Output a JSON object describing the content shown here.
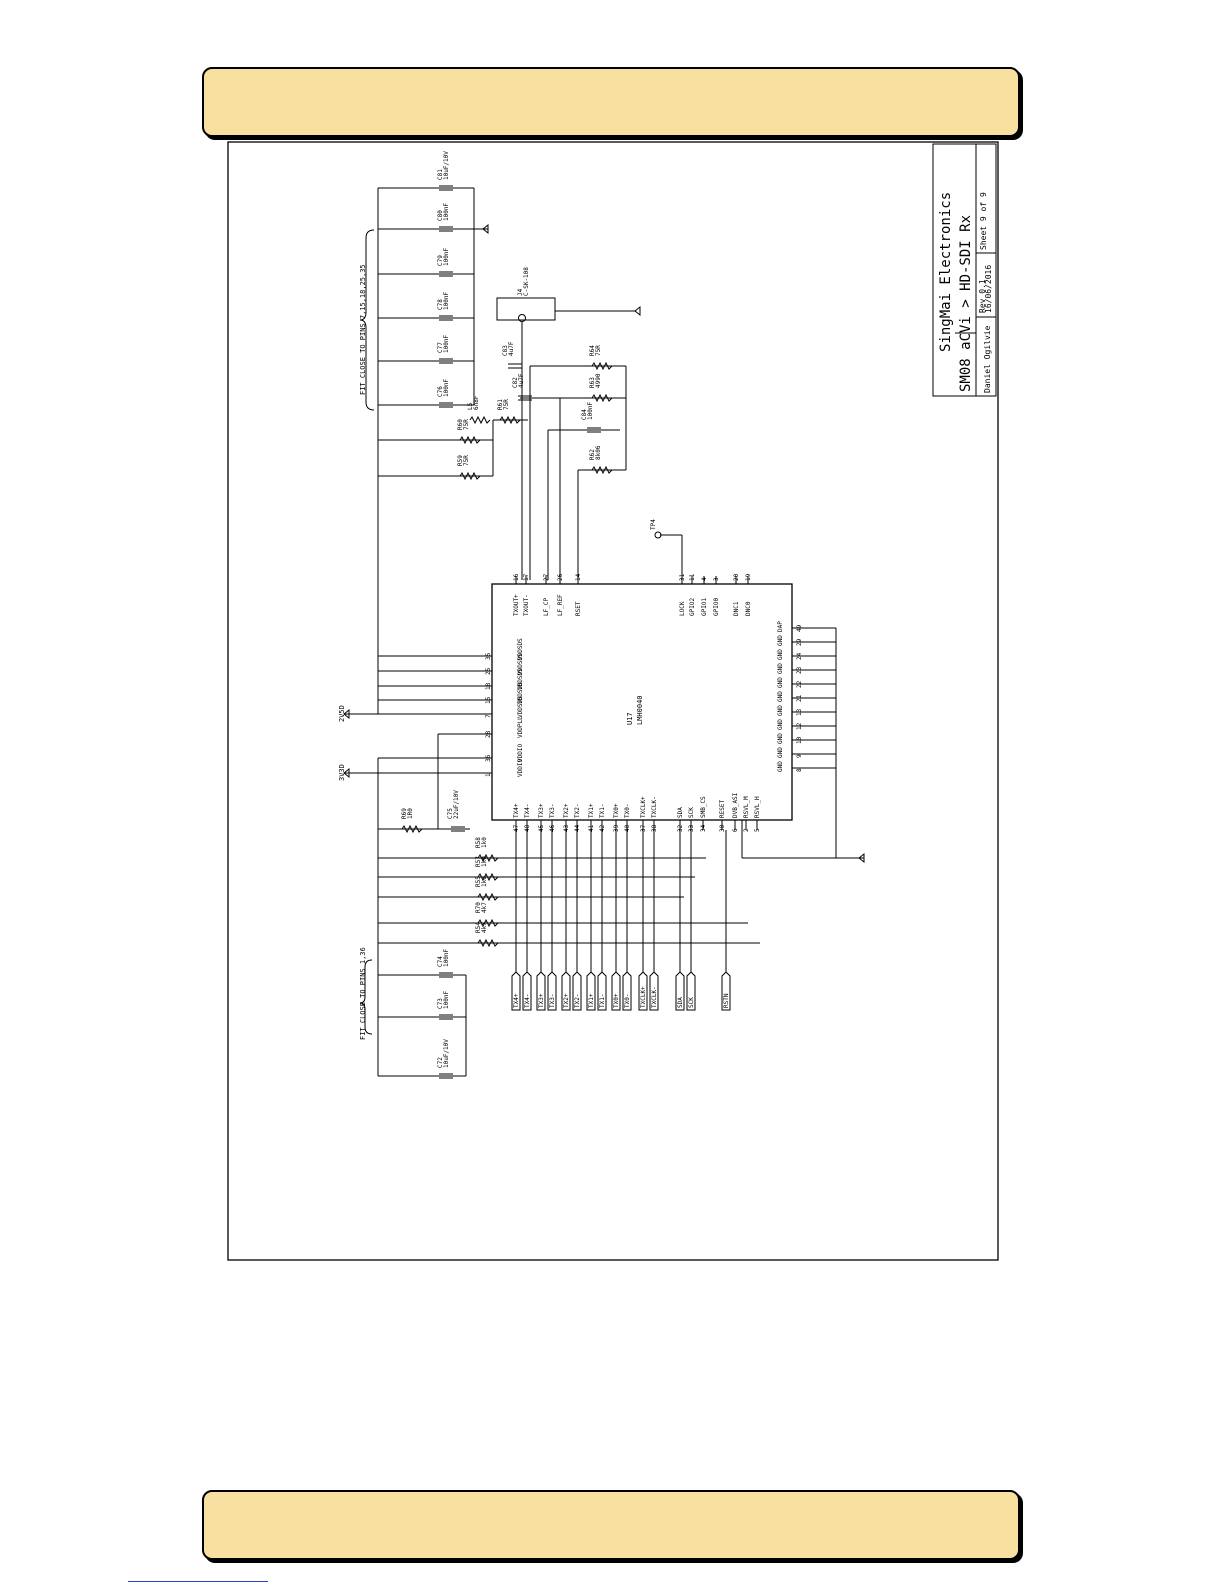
{
  "title_block": {
    "company": "SingMai Electronics",
    "project": "SM08 aCVi > HD-SDI Rx",
    "revision": "Rev 0.1",
    "sheet": "Sheet 9 of 9",
    "author": "Daniel Ogilvie",
    "date": "16/06/2016"
  },
  "power_nets": {
    "vcc_2v5": "2V5D",
    "vcc_3v3": "3V3D"
  },
  "notes": {
    "top": "FIT CLOSE TO PINS 7,15,18,25,35",
    "bottom": "FIT CLOSE TO PINS 1,36"
  },
  "ic": {
    "designator": "U17",
    "part": "LMH0040"
  },
  "connector": {
    "designator": "J4",
    "part": "C-SK-108"
  },
  "test_point": "TP4",
  "ic_pins": {
    "top": [
      {
        "name": "TXOUT+",
        "num": "16"
      },
      {
        "name": "TXOUT-",
        "num": "17"
      },
      {
        "name": "LF_CP",
        "num": "27"
      },
      {
        "name": "LF_REF",
        "num": "26"
      },
      {
        "name": "RSET",
        "num": "14"
      },
      {
        "name": "LOCK",
        "num": "31"
      },
      {
        "name": "GPIO2",
        "num": "11"
      },
      {
        "name": "GPIO1",
        "num": "4"
      },
      {
        "name": "GPIO0",
        "num": "3"
      },
      {
        "name": "DNC1",
        "num": "20"
      },
      {
        "name": "DNC0",
        "num": "19"
      }
    ],
    "left": [
      {
        "name": "VDDSDS",
        "num": "35"
      },
      {
        "name": "VDDSDS",
        "num": "25"
      },
      {
        "name": "VDDSDS",
        "num": "18"
      },
      {
        "name": "VDDSDS",
        "num": "15"
      },
      {
        "name": "VDDSDS",
        "num": "7"
      },
      {
        "name": "VDDPLL",
        "num": "28"
      },
      {
        "name": "VDDIO",
        "num": "36"
      },
      {
        "name": "VDDIO",
        "num": "1"
      }
    ],
    "right": [
      {
        "name": "DAP",
        "num": "49"
      },
      {
        "name": "GND",
        "num": "29"
      },
      {
        "name": "GND",
        "num": "24"
      },
      {
        "name": "GND",
        "num": "23"
      },
      {
        "name": "GND",
        "num": "22"
      },
      {
        "name": "GND",
        "num": "21"
      },
      {
        "name": "GND",
        "num": "13"
      },
      {
        "name": "GND",
        "num": "12"
      },
      {
        "name": "GND",
        "num": "10"
      },
      {
        "name": "GND",
        "num": "9"
      },
      {
        "name": "GND",
        "num": "8"
      }
    ],
    "bottom": [
      {
        "name": "TX4+",
        "num": "47"
      },
      {
        "name": "TX4-",
        "num": "48"
      },
      {
        "name": "TX3+",
        "num": "45"
      },
      {
        "name": "TX3-",
        "num": "46"
      },
      {
        "name": "TX2+",
        "num": "43"
      },
      {
        "name": "TX2-",
        "num": "44"
      },
      {
        "name": "TX1+",
        "num": "41"
      },
      {
        "name": "TX1-",
        "num": "42"
      },
      {
        "name": "TX0+",
        "num": "39"
      },
      {
        "name": "TX0-",
        "num": "40"
      },
      {
        "name": "TXCLK+",
        "num": "37"
      },
      {
        "name": "TXCLK-",
        "num": "38"
      },
      {
        "name": "SDA",
        "num": "32"
      },
      {
        "name": "SCK",
        "num": "33"
      },
      {
        "name": "SMB_CS",
        "num": "34"
      },
      {
        "name": "RESET",
        "num": "30"
      },
      {
        "name": "DVB_ASI",
        "num": "6"
      },
      {
        "name": "RSVL_M",
        "num": "2"
      },
      {
        "name": "RSVL_H",
        "num": "5"
      }
    ]
  },
  "net_labels": [
    "TX4+",
    "TX4-",
    "TX3+",
    "TX3-",
    "TX2+",
    "TX2-",
    "TX1+",
    "TX1-",
    "TX0+",
    "TX0-",
    "TXCLK+",
    "TXCLK-",
    "SDA",
    "SCK",
    "RSTN"
  ],
  "top_caps": [
    {
      "ref": "C81",
      "value": "10uF/10V"
    },
    {
      "ref": "C80",
      "value": "100nF"
    },
    {
      "ref": "C79",
      "value": "100nF"
    },
    {
      "ref": "C78",
      "value": "100nF"
    },
    {
      "ref": "C77",
      "value": "100nF"
    },
    {
      "ref": "C76",
      "value": "100nF"
    }
  ],
  "bottom_caps": [
    {
      "ref": "C74",
      "value": "100nF"
    },
    {
      "ref": "C73",
      "value": "100nF"
    },
    {
      "ref": "C72",
      "value": "10uF/10V"
    }
  ],
  "output_parts": [
    {
      "ref": "C83",
      "value": "4u7F"
    },
    {
      "ref": "C82",
      "value": "4u7F"
    },
    {
      "ref": "R64",
      "value": "75R"
    },
    {
      "ref": "R63",
      "value": "4990"
    },
    {
      "ref": "C84",
      "value": "100nF"
    },
    {
      "ref": "R62",
      "value": "8k06"
    },
    {
      "ref": "R61",
      "value": "75R"
    },
    {
      "ref": "L5",
      "value": "6n8F"
    },
    {
      "ref": "R60",
      "value": "75R"
    },
    {
      "ref": "R59",
      "value": "75R"
    }
  ],
  "supply_parts": [
    {
      "ref": "R69",
      "value": "1R0"
    },
    {
      "ref": "C75",
      "value": "22uF/10V"
    }
  ],
  "pullups": [
    {
      "ref": "R58",
      "value": "1k0"
    },
    {
      "ref": "R57",
      "value": "1k0"
    },
    {
      "ref": "R55",
      "value": "1k0"
    },
    {
      "ref": "R70",
      "value": "4k7"
    },
    {
      "ref": "R54",
      "value": "4k7"
    }
  ]
}
